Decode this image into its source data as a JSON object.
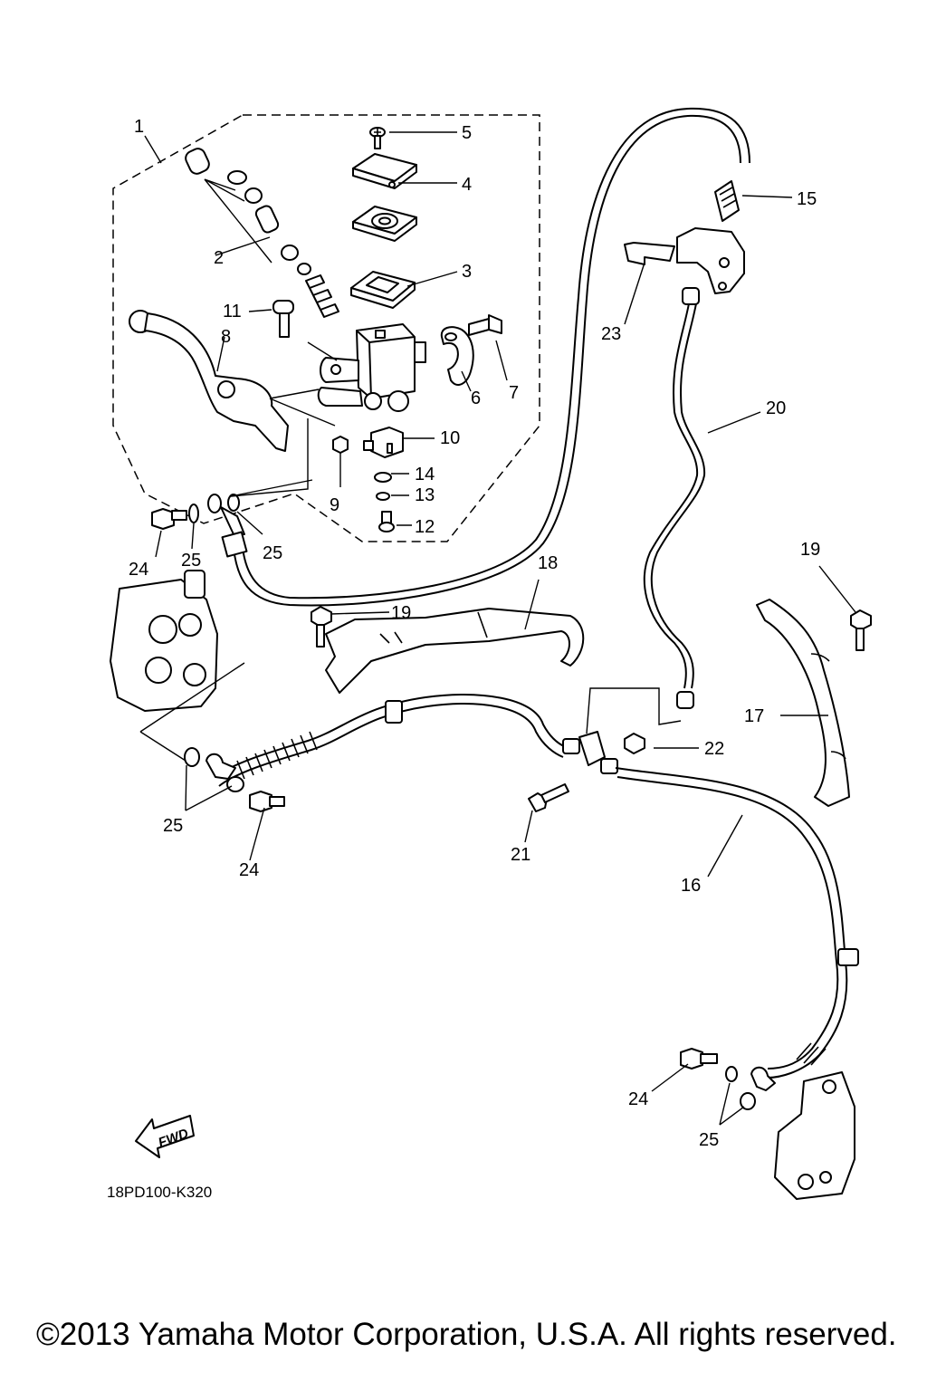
{
  "callouts": [
    "1",
    "2",
    "3",
    "4",
    "5",
    "6",
    "7",
    "8",
    "9",
    "10",
    "11",
    "12",
    "13",
    "14",
    "15",
    "16",
    "17",
    "18",
    "19",
    "19",
    "20",
    "21",
    "22",
    "23",
    "24",
    "24",
    "24",
    "25",
    "25",
    "25",
    "25"
  ],
  "fwd_label": "FWD",
  "diagram_code": "18PD100-K320",
  "copyright": "©2013 Yamaha Motor Corporation, U.S.A. All rights reserved."
}
